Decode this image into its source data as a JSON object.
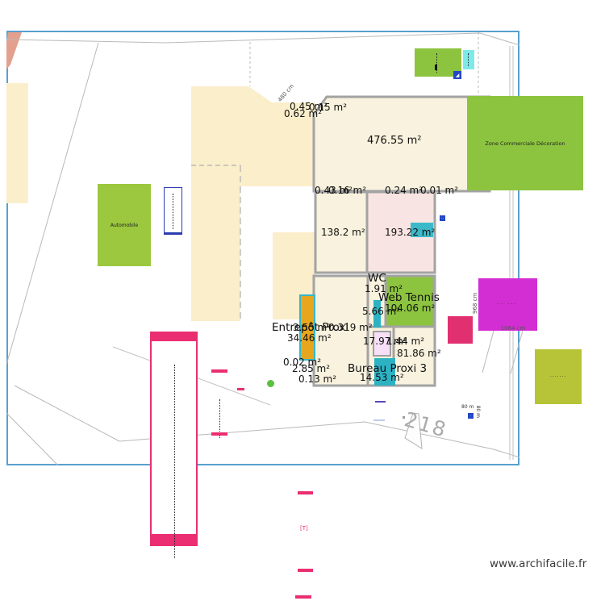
{
  "watermark": "www.archifacile.fr",
  "parcel": {
    "number": "218",
    "marks": {
      "d80_h": "80 m",
      "d80_v": "80 m",
      "pink_symbol": "[T]"
    }
  },
  "dimensions": {
    "d480": "480 cm",
    "d968": "968 cm",
    "d1064": "1064 cm"
  },
  "businesses": {
    "automobile": "Automobile",
    "zone_commerciale": "Zone Commerciale Décoration",
    "olive_label": "·······",
    "magenta_label": "·· ···",
    "cyan_label": "····",
    "top_green_marks": "⋮"
  },
  "rooms": {
    "main": {
      "area": "476.55 m²"
    },
    "room_138": {
      "area": "138.2 m²"
    },
    "room_193": {
      "area": "193.22 m²"
    },
    "wc": {
      "name": "WC",
      "area": "1.91 m²"
    },
    "web_tennis": {
      "name": "Web Tennis",
      "area": "104.06 m²"
    },
    "entrepot": {
      "name": "Entrepôt Proxi",
      "area": "34.46 m²"
    },
    "bureau": {
      "name": "Bureau Proxi 3",
      "area": "14.53 m²"
    },
    "room_81": {
      "area": "81.86 m²"
    },
    "room_17": {
      "area": "17.97 m²"
    }
  },
  "small_areas": {
    "a045": "0.45 m²",
    "a015": "0.15 m²",
    "a062": "0.62 m²",
    "a043": "0.43 m²",
    "a016": "0.16 m²",
    "a024": "0.24 m²",
    "a001": "0.01 m²",
    "a566": "5.66 m²",
    "a355": "3.55 m²",
    "a0319": "0.319 m²",
    "a002": "0.02 m²",
    "a285": "2.85 m²",
    "a013": "0.13 m²",
    "a144": "1.44 m²"
  },
  "colors": {
    "frame_blue": "#58a0cf",
    "green": "#8cc43f",
    "olive_green": "#b7c437",
    "magenta": "#d32ed3",
    "crimson": "#e13070",
    "pink_marker": "#eb2e71",
    "teal": "#2db2c4",
    "light_cyan": "#7de9e9",
    "gold": "#e8a61e",
    "pale_yellow": "#faeecb",
    "room_cream": "#f8f2de",
    "room_pink": "#f8e4e2",
    "wall_gray": "#a3a3a3",
    "salmon_road": "#e3a08f"
  }
}
